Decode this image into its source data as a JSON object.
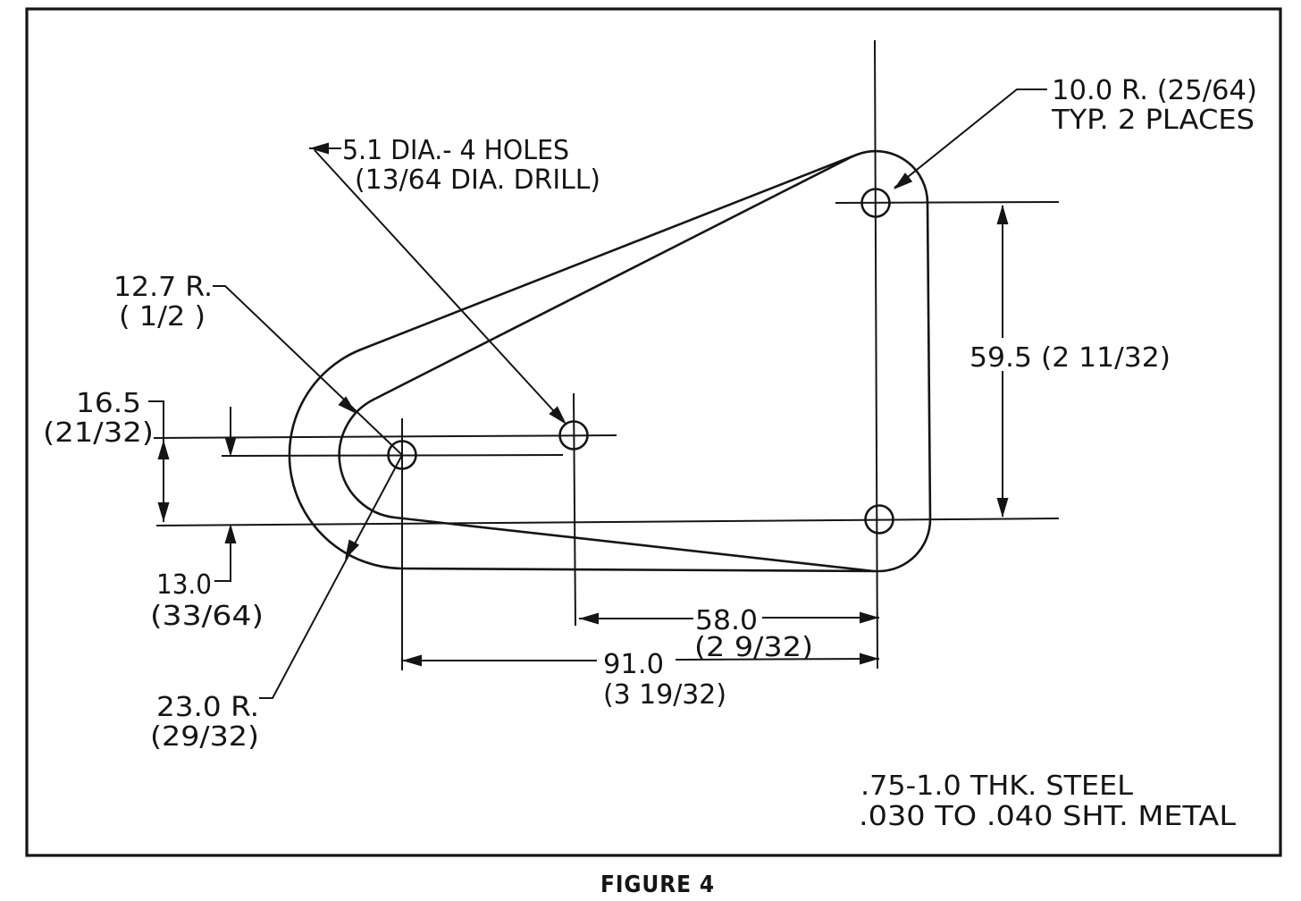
{
  "figure": {
    "caption": "FIGURE 4"
  },
  "colors": {
    "ink": "#151515",
    "paper": "#ffffff"
  },
  "annotations": {
    "hole_note_line1": "5.1 DIA.- 4 HOLES",
    "hole_note_line2": "(13/64 DIA. DRILL)",
    "corner_radius_line1": "10.0 R. (25/64)",
    "corner_radius_line2": "TYP. 2 PLACES",
    "inner_radius_line1": "12.7 R.",
    "inner_radius_line2": "( 1/2 )",
    "outer_radius_line1": "23.0 R.",
    "outer_radius_line2": "(29/32)",
    "material_line1": ".75-1.0 THK. STEEL",
    "material_line2": ".030 TO .040 SHT. METAL"
  },
  "dimensions": {
    "right_vertical": "59.5 (2 11/32)",
    "hole_spacing_value": "58.0",
    "hole_spacing_fraction": "(2 9/32)",
    "overall_value": "91.0",
    "overall_fraction": "(3 19/32)",
    "upper_left_value": "16.5",
    "upper_left_fraction": "(21/32)",
    "lower_left_value": "13.0",
    "lower_left_fraction": "(33/64)"
  }
}
